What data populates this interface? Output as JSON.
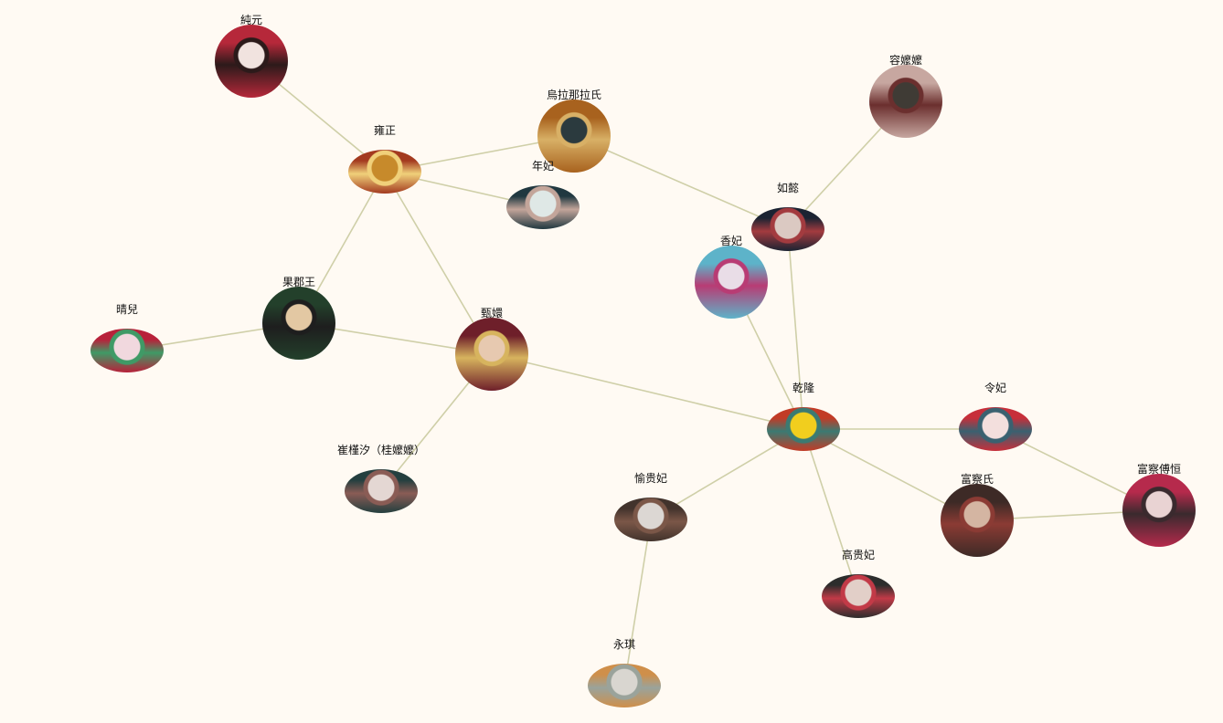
{
  "nodes": [
    {
      "id": "chunyuan",
      "label": "純元",
      "colors": [
        "#f1e3df",
        "#b6283a",
        "#2c1a1a"
      ],
      "shape": "circle"
    },
    {
      "id": "yongzheng",
      "label": "雍正",
      "colors": [
        "#c78a2b",
        "#a33a1f",
        "#f0d07a"
      ],
      "shape": "clip"
    },
    {
      "id": "ulanara",
      "label": "烏拉那拉氏",
      "colors": [
        "#2b3a3e",
        "#a8621e",
        "#d8b066"
      ],
      "shape": "circle"
    },
    {
      "id": "nianfei",
      "label": "年妃",
      "colors": [
        "#dfe8e6",
        "#203840",
        "#c3a59a"
      ],
      "shape": "clip"
    },
    {
      "id": "rongmomo",
      "label": "容嬤嬤",
      "colors": [
        "#3f3b35",
        "#c7a7a0",
        "#6b2f2e"
      ],
      "shape": "circle"
    },
    {
      "id": "ruyi",
      "label": "如懿",
      "colors": [
        "#dbc9c2",
        "#1b2332",
        "#a33b3f"
      ],
      "shape": "clip"
    },
    {
      "id": "xiangfei",
      "label": "香妃",
      "colors": [
        "#e9dde7",
        "#5db3c9",
        "#b83c74"
      ],
      "shape": "circle"
    },
    {
      "id": "guojunwang",
      "label": "果郡王",
      "colors": [
        "#e3c8a3",
        "#23402b",
        "#1e1e1e"
      ],
      "shape": "circle"
    },
    {
      "id": "qinger",
      "label": "晴兒",
      "colors": [
        "#f1d8de",
        "#b8213a",
        "#3f9a66"
      ],
      "shape": "clip"
    },
    {
      "id": "zhenhuan",
      "label": "甄嬛",
      "colors": [
        "#e7c9b0",
        "#6e1f2a",
        "#d7b45e"
      ],
      "shape": "circle"
    },
    {
      "id": "qianlong",
      "label": "乾隆",
      "colors": [
        "#f1ce1e",
        "#c23b26",
        "#3b7a72"
      ],
      "shape": "clip"
    },
    {
      "id": "lingfei",
      "label": "令妃",
      "colors": [
        "#f3dfdd",
        "#c72f3a",
        "#3a6170"
      ],
      "shape": "clip"
    },
    {
      "id": "cuijinxi",
      "label": "崔槿汐（桂嬤嬤）",
      "colors": [
        "#e4d7d3",
        "#243f3f",
        "#8a5c55"
      ],
      "shape": "clip"
    },
    {
      "id": "yuguifei",
      "label": "愉贵妃",
      "colors": [
        "#dcd7d3",
        "#42332c",
        "#7b5748"
      ],
      "shape": "clip"
    },
    {
      "id": "fuchashi",
      "label": "富察氏",
      "colors": [
        "#d4b5a2",
        "#3d2a26",
        "#8b3b34"
      ],
      "shape": "circle"
    },
    {
      "id": "fuchafuheng",
      "label": "富察傅恒",
      "colors": [
        "#e9d3d3",
        "#b62a4c",
        "#3a2a2e"
      ],
      "shape": "circle"
    },
    {
      "id": "gaoguifei",
      "label": "高贵妃",
      "colors": [
        "#e2cfc8",
        "#2c2d2c",
        "#c23a47"
      ],
      "shape": "clip"
    },
    {
      "id": "yongqi",
      "label": "永琪",
      "colors": [
        "#d9d6d0",
        "#cf8f4a",
        "#9aa39b"
      ],
      "shape": "clip"
    }
  ],
  "edges": [
    [
      "chunyuan",
      "yongzheng"
    ],
    [
      "yongzheng",
      "ulanara"
    ],
    [
      "yongzheng",
      "nianfei"
    ],
    [
      "yongzheng",
      "guojunwang"
    ],
    [
      "yongzheng",
      "zhenhuan"
    ],
    [
      "ulanara",
      "ruyi"
    ],
    [
      "rongmomo",
      "ruyi"
    ],
    [
      "ruyi",
      "qianlong"
    ],
    [
      "xiangfei",
      "qianlong"
    ],
    [
      "guojunwang",
      "qinger"
    ],
    [
      "guojunwang",
      "zhenhuan"
    ],
    [
      "zhenhuan",
      "qianlong"
    ],
    [
      "zhenhuan",
      "cuijinxi"
    ],
    [
      "qianlong",
      "lingfei"
    ],
    [
      "qianlong",
      "fuchashi"
    ],
    [
      "qianlong",
      "yuguifei"
    ],
    [
      "qianlong",
      "gaoguifei"
    ],
    [
      "lingfei",
      "fuchafuheng"
    ],
    [
      "fuchashi",
      "fuchafuheng"
    ],
    [
      "yuguifei",
      "yongqi"
    ]
  ],
  "colors": {
    "background": "#fffaf3",
    "edge": "#cfcfa8",
    "label": "#111111"
  }
}
